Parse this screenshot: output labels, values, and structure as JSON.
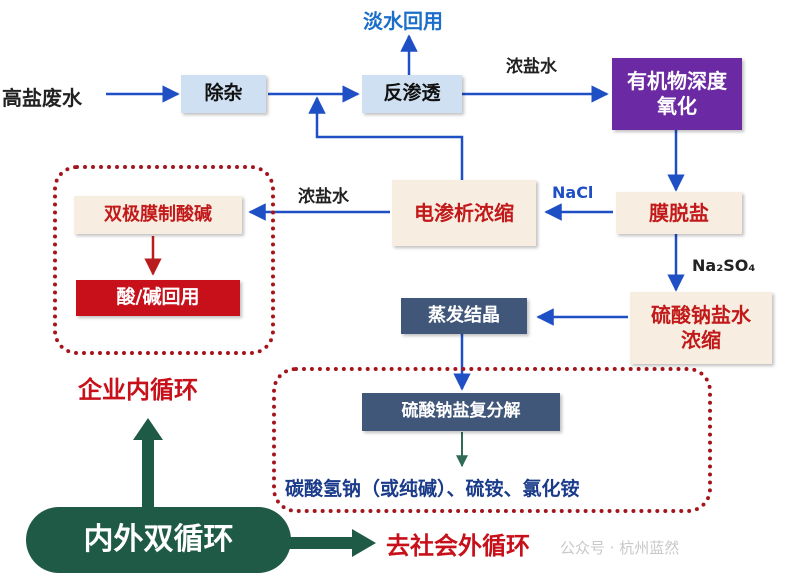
{
  "nodes": {
    "high_salt_wastewater": "高盐废水",
    "impurity_removal": "除杂",
    "reverse_osmosis": "反渗透",
    "fresh_water_reuse": "淡水回用",
    "organic_oxidation": "有机物深度氧化",
    "membrane_desalination": "膜脱盐",
    "electrodialysis": "电渗析浓缩",
    "bipolar_membrane": "双极膜制酸碱",
    "acid_base_reuse": "酸/碱回用",
    "sodium_sulfate_concentration": "硫酸钠盐水浓缩",
    "evaporation_crystallization": "蒸发结晶",
    "sodium_sulfate_decomposition": "硫酸钠盐复分解",
    "products": "碳酸氢钠（或纯碱）、硫铵、氯化铵"
  },
  "edge_labels": {
    "concentrated_brine_top": "浓盐水",
    "concentrated_brine_left": "浓盐水",
    "nacl": "NaCl",
    "na2so4": "Na₂SO₄"
  },
  "loop_labels": {
    "internal_cycle": "企业内循环",
    "external_cycle": "去社会外循环",
    "dual_cycle": "内外双循环"
  },
  "watermark": "公众号 · 杭州蓝然",
  "colors": {
    "arrow_blue": "#1f4fc4",
    "title_blue": "#1c6fc8",
    "dark_red": "#c8101a",
    "purple": "#6b2aa3",
    "green": "#1f5a46",
    "navy": "#41577a"
  }
}
